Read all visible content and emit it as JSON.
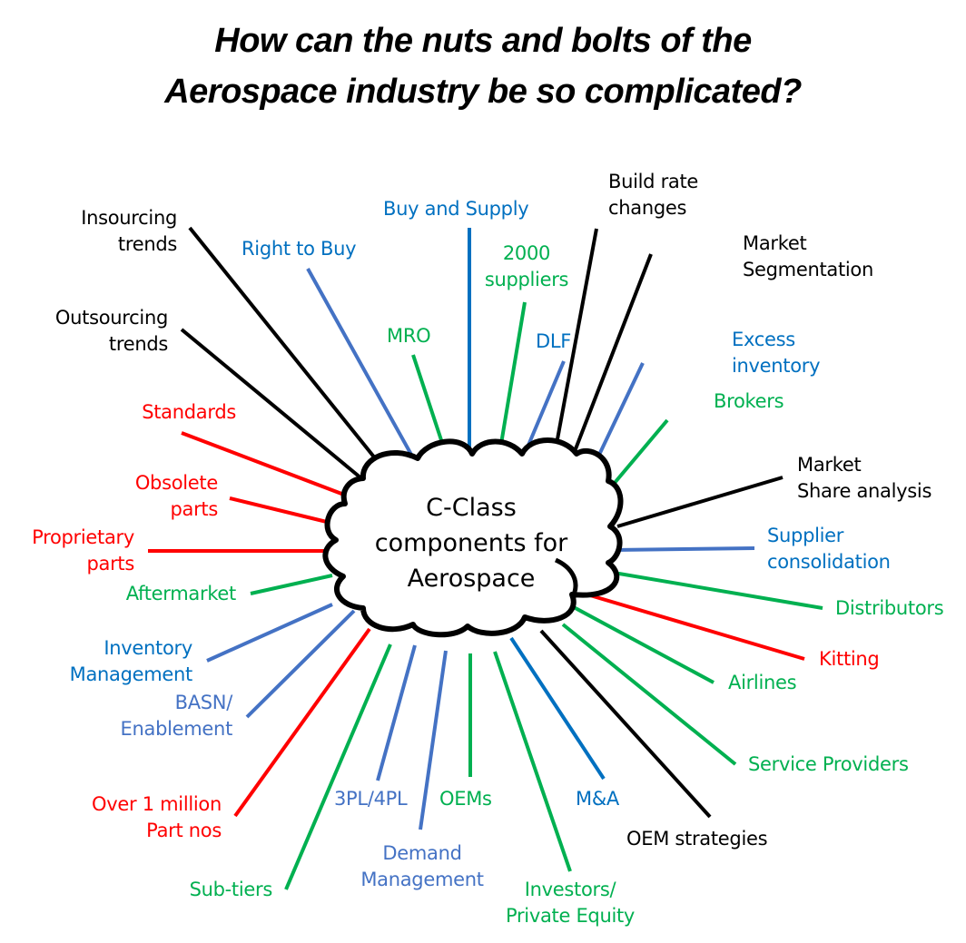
{
  "title": {
    "line1": "How can the nuts and bolts of the",
    "line2": "Aerospace industry be so complicated?"
  },
  "center": {
    "line1": "C-Class",
    "line2": "components for",
    "line3": "Aerospace"
  },
  "colors": {
    "black": "#000000",
    "red": "#FF0000",
    "green": "#00B050",
    "blue": "#0070C0",
    "steel_blue": "#4472C4"
  },
  "spokes": [
    {
      "id": "insourcing-trends",
      "lines": [
        "Insourcing",
        "trends"
      ],
      "text_color": "black",
      "line_color": "black"
    },
    {
      "id": "right-to-buy",
      "lines": [
        "Right to Buy"
      ],
      "text_color": "blue",
      "line_color": "steel_blue"
    },
    {
      "id": "buy-and-supply",
      "lines": [
        "Buy and Supply"
      ],
      "text_color": "blue",
      "line_color": "blue"
    },
    {
      "id": "2000-suppliers",
      "lines": [
        "2000",
        "suppliers"
      ],
      "text_color": "green",
      "line_color": "green"
    },
    {
      "id": "build-rate-changes",
      "lines": [
        "Build rate",
        "changes"
      ],
      "text_color": "black",
      "line_color": "black"
    },
    {
      "id": "market-segmentation",
      "lines": [
        "Market",
        "Segmentation"
      ],
      "text_color": "black",
      "line_color": "black"
    },
    {
      "id": "outsourcing-trends",
      "lines": [
        "Outsourcing",
        "trends"
      ],
      "text_color": "black",
      "line_color": "black"
    },
    {
      "id": "mro",
      "lines": [
        "MRO"
      ],
      "text_color": "green",
      "line_color": "green"
    },
    {
      "id": "dlf",
      "lines": [
        "DLF"
      ],
      "text_color": "blue",
      "line_color": "steel_blue"
    },
    {
      "id": "excess-inventory",
      "lines": [
        "Excess",
        "inventory"
      ],
      "text_color": "blue",
      "line_color": "steel_blue"
    },
    {
      "id": "brokers",
      "lines": [
        "Brokers"
      ],
      "text_color": "green",
      "line_color": "green"
    },
    {
      "id": "standards",
      "lines": [
        "Standards"
      ],
      "text_color": "red",
      "line_color": "red"
    },
    {
      "id": "market-share-analysis",
      "lines": [
        "Market",
        "Share analysis"
      ],
      "text_color": "black",
      "line_color": "black"
    },
    {
      "id": "obsolete-parts",
      "lines": [
        "Obsolete",
        "parts"
      ],
      "text_color": "red",
      "line_color": "red"
    },
    {
      "id": "proprietary-parts",
      "lines": [
        "Proprietary",
        "parts"
      ],
      "text_color": "red",
      "line_color": "red"
    },
    {
      "id": "supplier-consolidation",
      "lines": [
        "Supplier",
        "consolidation"
      ],
      "text_color": "blue",
      "line_color": "steel_blue"
    },
    {
      "id": "aftermarket",
      "lines": [
        "Aftermarket"
      ],
      "text_color": "green",
      "line_color": "green"
    },
    {
      "id": "distributors",
      "lines": [
        "Distributors"
      ],
      "text_color": "green",
      "line_color": "green"
    },
    {
      "id": "inventory-management",
      "lines": [
        "Inventory",
        "Management"
      ],
      "text_color": "blue",
      "line_color": "steel_blue"
    },
    {
      "id": "kitting",
      "lines": [
        "Kitting"
      ],
      "text_color": "red",
      "line_color": "red"
    },
    {
      "id": "airlines",
      "lines": [
        "Airlines"
      ],
      "text_color": "green",
      "line_color": "green"
    },
    {
      "id": "basn-enablement",
      "lines": [
        "BASN/",
        "Enablement"
      ],
      "text_color": "steel_blue",
      "line_color": "steel_blue"
    },
    {
      "id": "service-providers",
      "lines": [
        "Service Providers"
      ],
      "text_color": "green",
      "line_color": "green"
    },
    {
      "id": "over-1-million-part-nos",
      "lines": [
        "Over 1 million",
        "Part nos"
      ],
      "text_color": "red",
      "line_color": "red"
    },
    {
      "id": "3pl-4pl",
      "lines": [
        "3PL/4PL"
      ],
      "text_color": "steel_blue",
      "line_color": "steel_blue"
    },
    {
      "id": "oems",
      "lines": [
        "OEMs"
      ],
      "text_color": "green",
      "line_color": "green"
    },
    {
      "id": "m-and-a",
      "lines": [
        "M&A"
      ],
      "text_color": "blue",
      "line_color": "blue"
    },
    {
      "id": "oem-strategies",
      "lines": [
        "OEM strategies"
      ],
      "text_color": "black",
      "line_color": "black"
    },
    {
      "id": "demand-management",
      "lines": [
        "Demand",
        "Management"
      ],
      "text_color": "steel_blue",
      "line_color": "steel_blue"
    },
    {
      "id": "sub-tiers",
      "lines": [
        "Sub-tiers"
      ],
      "text_color": "green",
      "line_color": "green"
    },
    {
      "id": "investors-private-equity",
      "lines": [
        "Investors/",
        "Private Equity"
      ],
      "text_color": "green",
      "line_color": "green"
    }
  ]
}
